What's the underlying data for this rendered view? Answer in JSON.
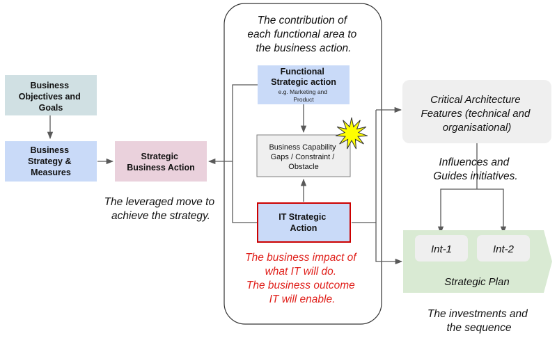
{
  "nodes": {
    "objectives": [
      "Business",
      "Objectives and",
      "Goals"
    ],
    "strategy": [
      "Business",
      "Strategy &",
      "Measures"
    ],
    "strategic_action": [
      "Strategic",
      "Business Action"
    ],
    "functional": {
      "title": [
        "Functional",
        "Strategic action"
      ],
      "sub": [
        "e.g. Marketing and",
        "Product"
      ]
    },
    "capability": [
      "Business Capability",
      "Gaps / Constraint /",
      "Obstacle"
    ],
    "it_strategic": [
      "IT Strategic",
      "Action"
    ],
    "critical": [
      "Critical Architecture",
      "Features (technical and",
      "organisational)"
    ],
    "plan": {
      "int1": "Int-1",
      "int2": "Int-2",
      "label": "Strategic Plan"
    }
  },
  "annotations": {
    "contribution": [
      "The contribution of",
      "each functional area to",
      "the business action."
    ],
    "leveraged": [
      "The leveraged move to",
      "achieve the strategy."
    ],
    "influences": [
      "Influences and",
      "Guides initiatives."
    ],
    "impact": [
      "The business impact of",
      "what IT will do.",
      "The business outcome",
      "IT will enable."
    ],
    "investments": [
      "The investments and",
      "the sequence"
    ]
  },
  "colors": {
    "objectives_fill": "#d0e0e3",
    "blue_fill": "#c9daf8",
    "pink_fill": "#ead1dc",
    "grey_fill": "#efefef",
    "green_fill": "#d9ead3",
    "it_border": "#cc0000",
    "red_text": "#e0201b",
    "star_fill": "#ffff00",
    "arrow": "#595959"
  }
}
